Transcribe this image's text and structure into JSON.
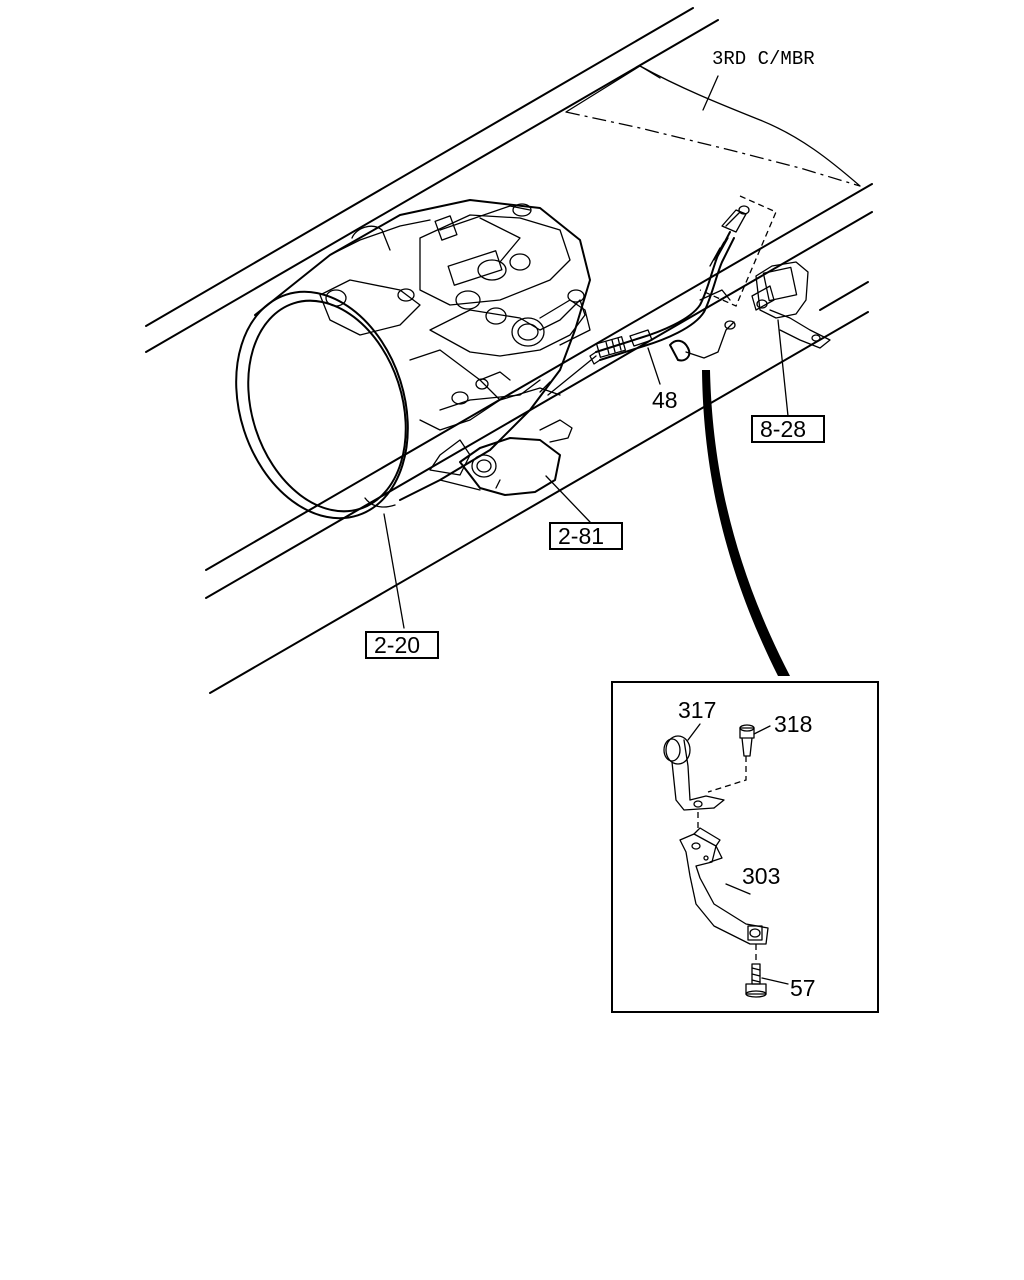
{
  "diagram": {
    "labels": {
      "member": "3RD C/MBR",
      "ref_8_28": "8-28",
      "ref_2_81": "2-81",
      "ref_2_20": "2-20",
      "part_48": "48",
      "part_317": "317",
      "part_318": "318",
      "part_303": "303",
      "part_57": "57"
    }
  }
}
